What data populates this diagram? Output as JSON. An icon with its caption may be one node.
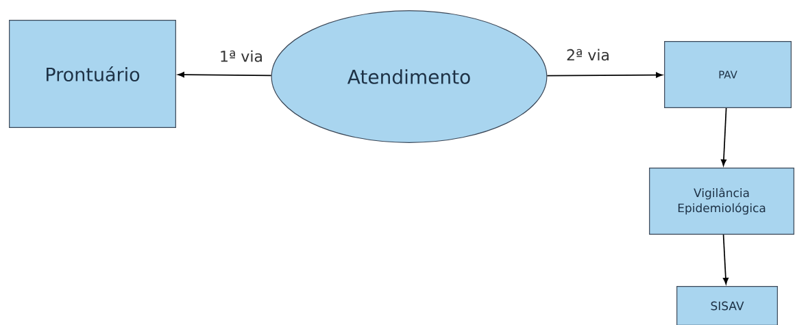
{
  "diagram": {
    "nodes": [
      {
        "text": [
          "Prontuário"
        ]
      },
      {
        "text": [
          "Atendimento"
        ]
      },
      {
        "text": [
          "PAV"
        ]
      },
      {
        "text": [
          "Vigilância Epidemiológica"
        ]
      },
      {
        "text": [
          "SISAV"
        ]
      }
    ],
    "edges": [
      {
        "from": 1,
        "to": 0,
        "arrow": "to",
        "label": "1ª via"
      },
      {
        "from": 1,
        "to": 2,
        "arrow": "to",
        "label": "2ª via"
      },
      {
        "from": 2,
        "to": 3,
        "arrow": "to"
      },
      {
        "from": 3,
        "to": 4,
        "arrow": "to"
      }
    ]
  }
}
